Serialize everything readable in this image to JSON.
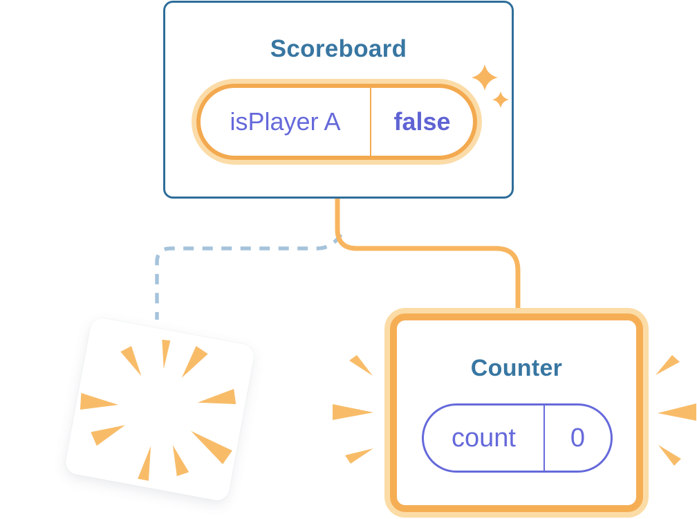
{
  "scoreboard": {
    "title": "Scoreboard",
    "state": {
      "name": "isPlayer A",
      "value": "false"
    }
  },
  "counter": {
    "title": "Counter",
    "state": {
      "name": "count",
      "value": "0"
    }
  },
  "icons": {
    "sparkle": "four-point star (new state set)",
    "poof_burst": "orange burst rays (component destroyed)",
    "emphasis_rays": "orange side rays (freshly mounted component)"
  },
  "colors": {
    "component_border_blue": "#2E6D99",
    "component_title_blue": "#3876A1",
    "state_orange": "#F3A94F",
    "state_orange_halo": "#FBDCA8",
    "connector_orange": "#F8B55F",
    "connector_dashed_blue": "#A5C3DB",
    "state_text_indigo": "#6569DA",
    "burst_orange": "#F8BC69",
    "background": "#FFFFFF"
  }
}
